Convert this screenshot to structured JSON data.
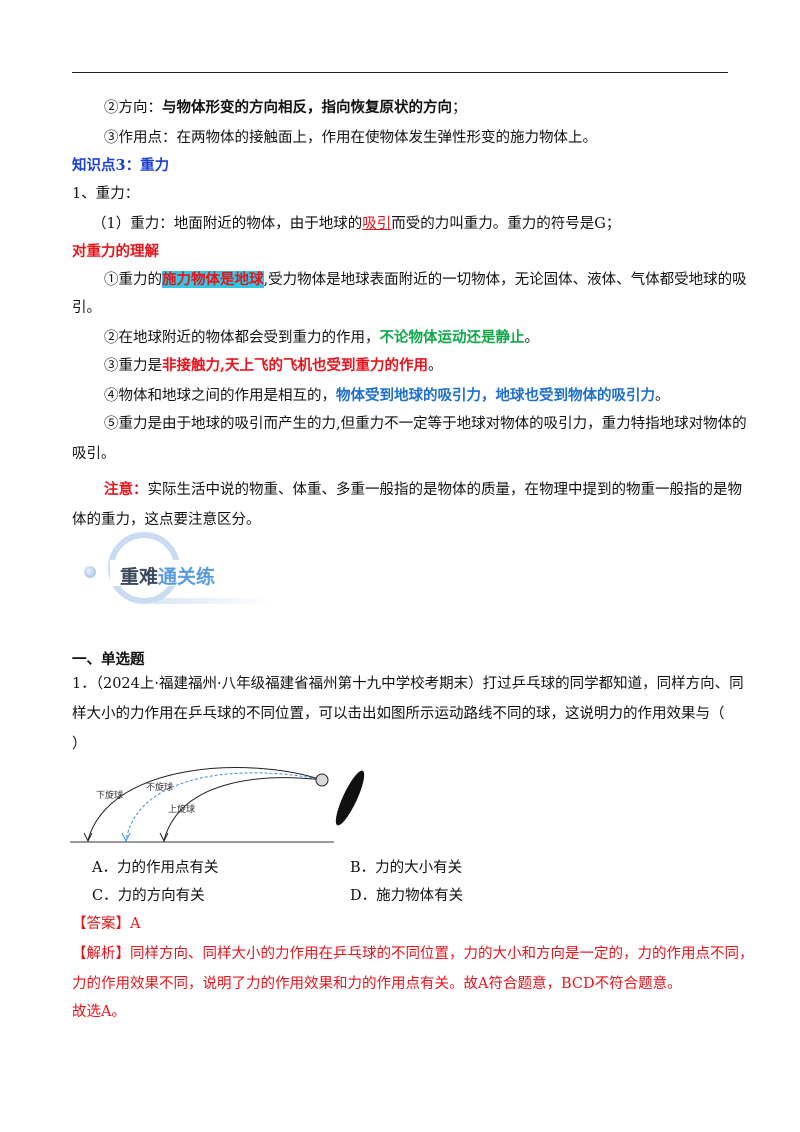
{
  "section_top": {
    "direction_prefix": "②方向：",
    "direction_bold": "与物体形变的方向相反，指向恢复原状的方向",
    "direction_suffix": "；",
    "point_text": "③作用点：在两物体的接触面上，作用在使物体发生弹性形变的施力物体上。"
  },
  "knowledge": {
    "heading": "知识点3：重力",
    "item1": "1、重力：",
    "def_part1": "（1）重力：地面附近的物体，由于地球的",
    "def_underlined": "吸引",
    "def_part2": "而受的力叫重力。重力的符号是G；"
  },
  "understanding": {
    "heading": "对重力的理解",
    "p1_prefix": "①重力的",
    "p1_highlight": "施力物体是地球",
    "p1_rest": ",受力物体是地球表面附近的一切物体，无论固体、液体、气体都受地球的吸",
    "p1_cont": "引。",
    "p2_prefix": "②在地球附近的物体都会受到重力的作用，",
    "p2_green": "不论物体运动还是静止",
    "p2_suffix": "。",
    "p3_prefix": "③重力是",
    "p3_red": "非接触力,天上飞的飞机也受到重力的作用",
    "p3_suffix": "。",
    "p4_prefix": "④物体和地球之间的作用是相互的，",
    "p4_blue": "物体受到地球的吸引力，地球也受到物体的吸引力",
    "p4_suffix": "。",
    "p5_line1": "⑤重力是由于地球的吸引而产生的力,但重力不一定等于地球对物体的吸引力，重力特指地球对物体的",
    "p5_line2": "吸引。",
    "note_label": "注意：",
    "note_line1": "实际生活中说的物重、体重、多重一般指的是物体的质量，在物理中提到的物重一般指的是物",
    "note_line2": "体的重力，这点要注意区分。"
  },
  "banner": {
    "text_dark": "重难",
    "text_light": "通关练",
    "colors": {
      "dark": "#3a4a5c",
      "light": "#5a9be0",
      "ring": "#c9dcf2"
    }
  },
  "questions": {
    "section_title": "一、单选题",
    "q1_line1": "1．（2024上·福建福州·八年级福建省福州第十九中学校考期末）打过乒乓球的同学都知道，同样方向、同",
    "q1_line2": "样大小的力作用在乒乓球的不同位置，可以击出如图所示运动路线不同的球，这说明力的作用效果与（",
    "q1_line3": "）",
    "figure_labels": {
      "down": "下旋球",
      "none": "不旋球",
      "up": "上旋球"
    },
    "options": {
      "A": "A．力的作用点有关",
      "B": "B．力的大小有关",
      "C": "C．力的方向有关",
      "D": "D．施力物体有关"
    },
    "answer_label": "【答案】A",
    "analysis_line1": "【解析】同样方向、同样大小的力作用在乒乓球的不同位置，力的大小和方向是一定的，力的作用点不同，",
    "analysis_line2": "力的作用效果不同，说明了力的作用效果和力的作用点有关。故A符合题意，BCD不符合题意。",
    "conclusion": "故选A。"
  }
}
